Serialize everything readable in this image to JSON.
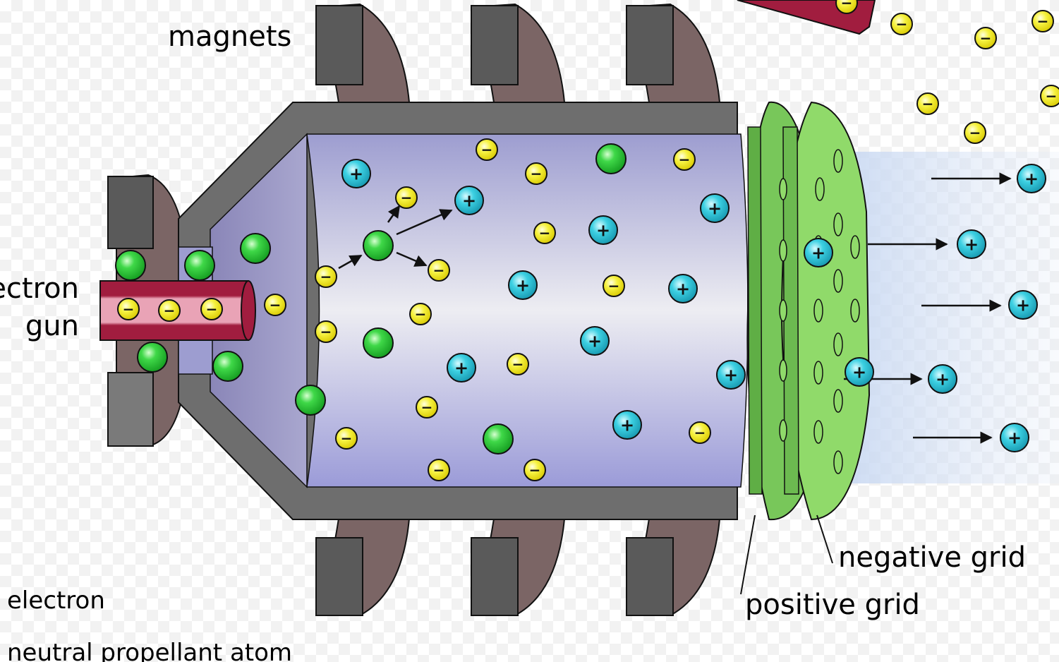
{
  "labels": {
    "magnets": "magnets",
    "electron_gun_line1": "ectron",
    "electron_gun_line2": "gun",
    "negative_grid": "negative grid",
    "positive_grid": "positive grid",
    "legend_electron": "electron",
    "legend_neutral": "neutral propellant atom"
  },
  "signs": {
    "electron": "−",
    "ion": "+"
  },
  "colors": {
    "chamber_wall": "#6e6e6e",
    "magnet_block": "#5a5a5a",
    "magnet_ring": "#7b6565",
    "gun_tube": "#b0244a",
    "grid": "#8fd66a",
    "electron": "#f2ef3a",
    "ion": "#2cc4da",
    "neutral_atom": "#33c93c"
  }
}
